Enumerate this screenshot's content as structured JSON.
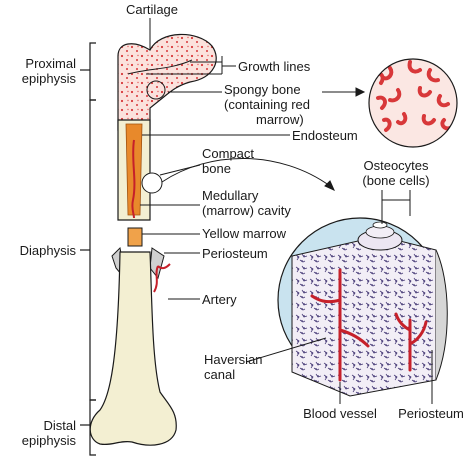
{
  "labels": {
    "cartilage": "Cartilage",
    "proximal_epiphysis_1": "Proximal",
    "proximal_epiphysis_2": "epiphysis",
    "growth_lines": "Growth lines",
    "spongy_bone_1": "Spongy bone",
    "spongy_bone_2": "(containing red",
    "spongy_bone_3": "marrow)",
    "endosteum": "Endosteum",
    "compact_bone_1": "Compact",
    "compact_bone_2": "bone",
    "osteocytes_1": "Osteocytes",
    "osteocytes_2": "(bone cells)",
    "medullary_1": "Medullary",
    "medullary_2": "(marrow) cavity",
    "yellow_marrow": "Yellow marrow",
    "diaphysis": "Diaphysis",
    "periosteum_left": "Periosteum",
    "artery": "Artery",
    "haversian_1": "Haversian",
    "haversian_2": "canal",
    "blood_vessel": "Blood vessel",
    "periosteum_right": "Periosteum",
    "distal_epiphysis_1": "Distal",
    "distal_epiphysis_2": "epiphysis"
  },
  "colors": {
    "bone_fill": "#f3efd2",
    "spongy_red": "#d8383a",
    "marrow_orange": "#e8892b",
    "vessel_red": "#c6202a",
    "cross_section_blue": "#c9e3ef",
    "line": "#1a1a1a"
  }
}
